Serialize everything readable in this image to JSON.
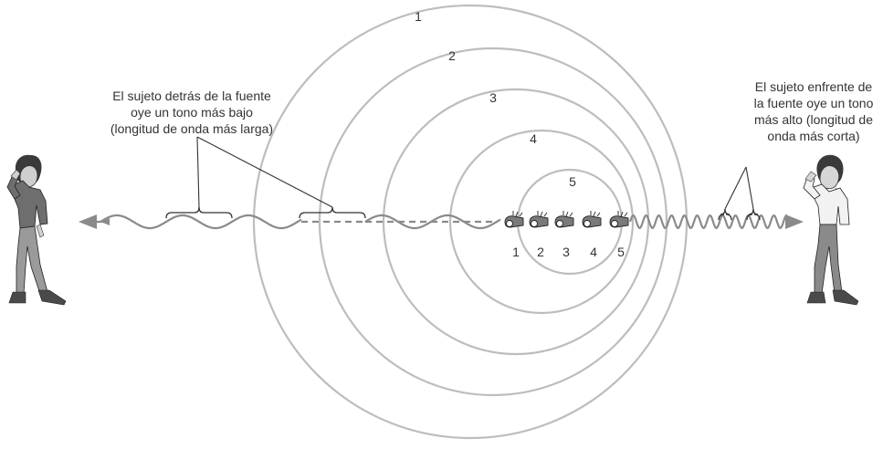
{
  "left_caption": {
    "lines": [
      "El sujeto detrás de la fuente",
      "oye un tono más bajo",
      "(longitud de onda más larga)"
    ]
  },
  "right_caption": {
    "lines": [
      "El sujeto enfrente de",
      "la fuente oye un tono",
      "más alto (longitud de",
      "onda más corta)"
    ]
  },
  "wavefront_labels": [
    "1",
    "2",
    "3",
    "4",
    "5"
  ],
  "source_position_labels": [
    "1",
    "2",
    "3",
    "4",
    "5"
  ],
  "colors": {
    "circle": "#bdbdbd",
    "wave": "#8a8a8a",
    "bracket": "#333333",
    "text": "#333333"
  },
  "icons": {
    "left_person": "listener-person",
    "right_person": "listener-person",
    "source": "whistle-source"
  }
}
